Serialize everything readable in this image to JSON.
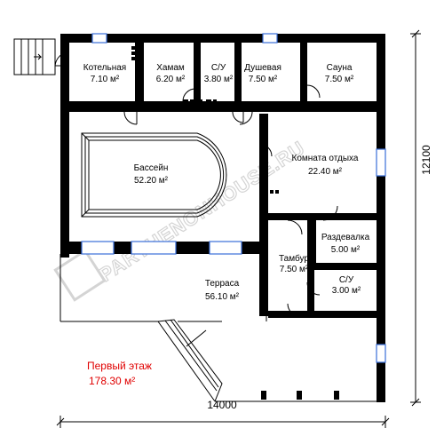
{
  "rooms": [
    {
      "name": "Котельная",
      "area": "7.10 м²"
    },
    {
      "name": "Хамам",
      "area": "6.20 м²"
    },
    {
      "name": "С/У",
      "area": "3.80 м²"
    },
    {
      "name": "Душевая",
      "area": "7.50 м²"
    },
    {
      "name": "Сауна",
      "area": "7.50 м²"
    },
    {
      "name": "Бассейн",
      "area": "52.20 м²"
    },
    {
      "name": "Комната отдыха",
      "area": "22.40 м²"
    },
    {
      "name": "Раздевалка",
      "area": "5.00 м²"
    },
    {
      "name": "Тамбур",
      "area": "7.50 м²"
    },
    {
      "name": "С/У",
      "area": "3.00 м²"
    },
    {
      "name": "Терраса",
      "area": "56.10 м²"
    }
  ],
  "dimensions": {
    "width": "14000",
    "height": "12100"
  },
  "floor": {
    "title": "Первый этаж",
    "area": "178.30 м²"
  },
  "watermark": "PARTHENONHOUSE.RU"
}
